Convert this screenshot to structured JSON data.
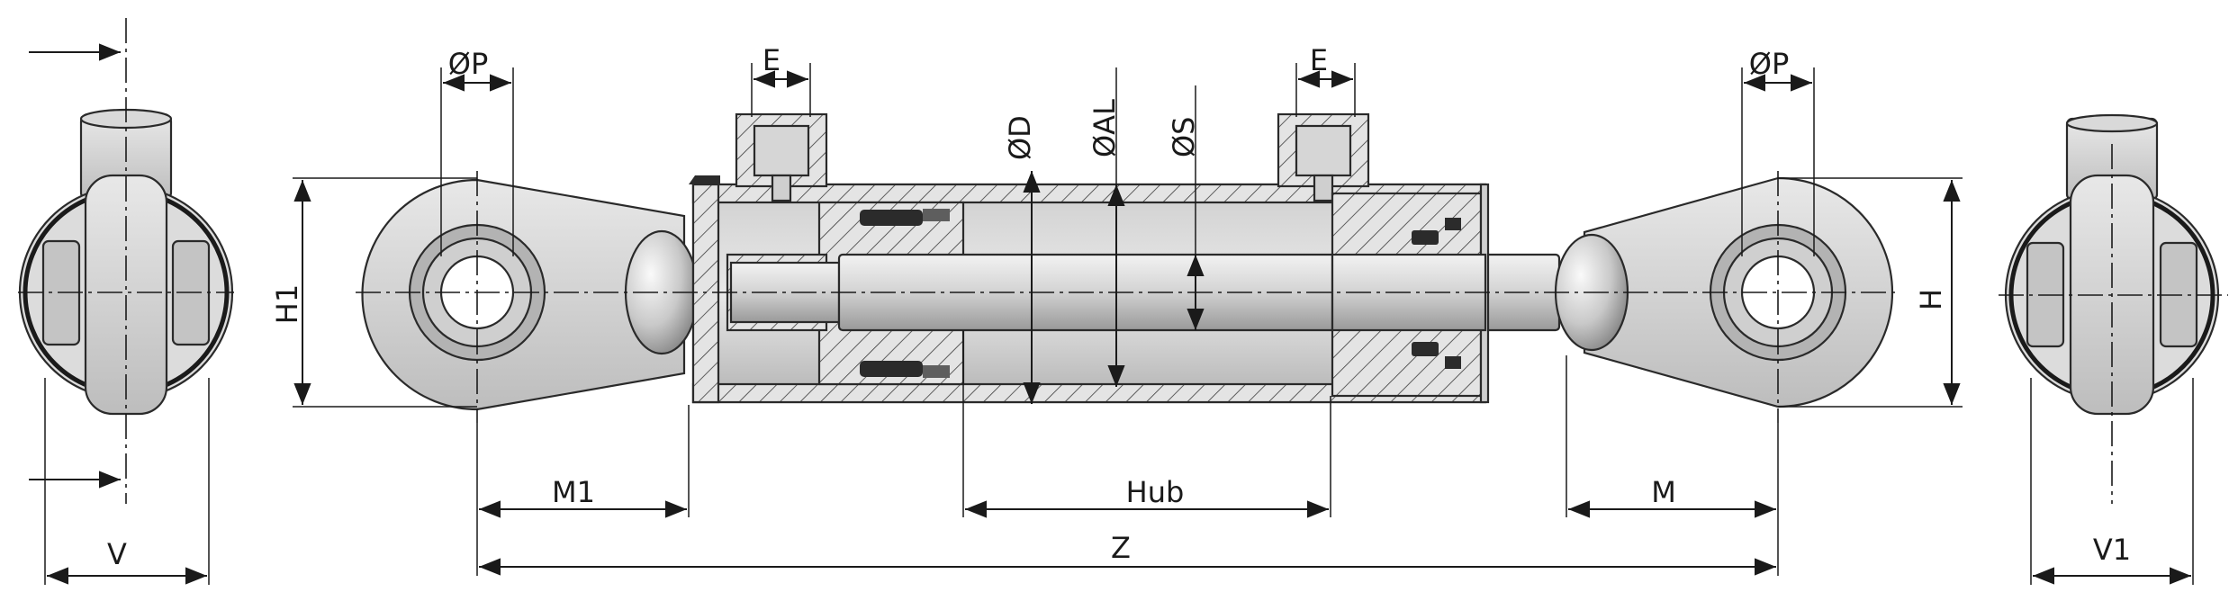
{
  "labels": {
    "p_left": "ØP",
    "e_left": "E",
    "d": "ØD",
    "al": "ØAL",
    "s": "ØS",
    "e_right": "E",
    "p_right": "ØP",
    "h1": "H1",
    "h": "H",
    "m1": "M1",
    "hub": "Hub",
    "m": "M",
    "z": "Z",
    "v": "V",
    "v1": "V1"
  },
  "colors": {
    "metal_light": "#dedede",
    "metal_mid": "#b8b8b8",
    "metal_dark": "#8e8e8e",
    "seal": "#2b2b2b",
    "line": "#1a1a1a"
  }
}
